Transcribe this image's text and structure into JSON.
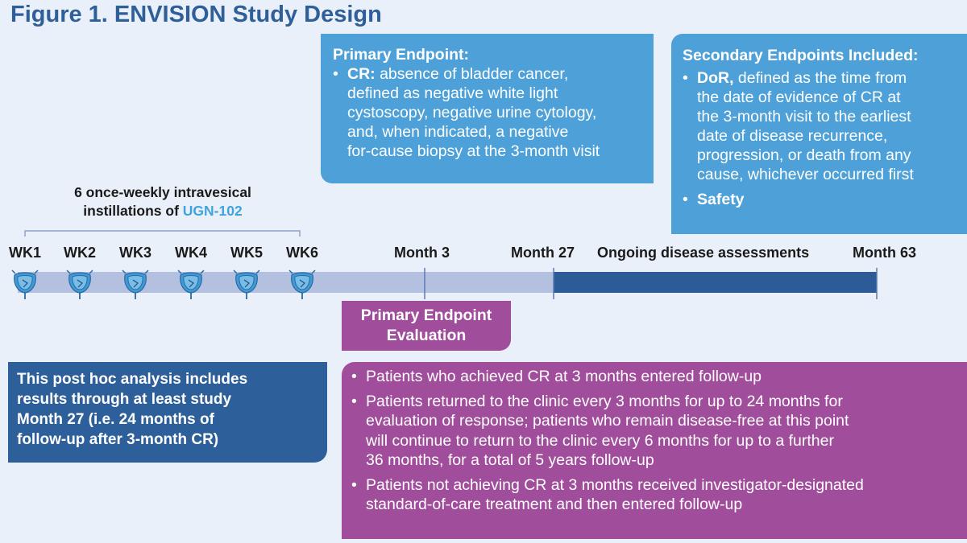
{
  "title": "Figure 1. ENVISION Study Design",
  "primary_endpoint": {
    "heading": "Primary Endpoint:",
    "bullet_term": "CR:",
    "lines": [
      " absence of bladder cancer,",
      "defined as negative white light",
      "cystoscopy, negative urine cytology,",
      "and, when indicated, a negative",
      "for-cause biopsy at the 3-month visit"
    ]
  },
  "secondary_endpoints": {
    "heading": "Secondary Endpoints Included:",
    "dor_term": "DoR,",
    "dor_lines": [
      " defined as the time from",
      "the date of evidence of CR at",
      "the 3-month visit to the earliest",
      "date of disease recurrence,",
      "progression, or death from any",
      "cause, whichever occurred first"
    ],
    "safety": "Safety"
  },
  "instillations": {
    "line1": "6 once-weekly intravesical",
    "line2_prefix": "instillations of ",
    "drug": "UGN-102"
  },
  "timeline": {
    "weeks": [
      "WK1",
      "WK2",
      "WK3",
      "WK4",
      "WK5",
      "WK6"
    ],
    "month3": "Month 3",
    "month27": "Month 27",
    "ongoing": "Ongoing disease assessments",
    "month63": "Month 63"
  },
  "primary_eval": {
    "line1": "Primary Endpoint",
    "line2": "Evaluation"
  },
  "post_hoc": {
    "lines": [
      "This post hoc analysis includes",
      "results through at least study",
      "Month 27 (i.e. 24 months of",
      "follow-up after 3-month CR)"
    ]
  },
  "follow_up": {
    "bullets": [
      [
        "Patients who achieved CR at 3 months entered follow-up"
      ],
      [
        "Patients returned to the clinic every 3 months for up to 24 months for",
        "evaluation of response; patients who remain disease-free at this point",
        "will continue to return to the clinic every 6 months for up to a further",
        "36 months, for a total of 5 years follow-up"
      ],
      [
        "Patients not achieving CR at 3 months received investigator-designated",
        "standard-of-care treatment and then entered follow-up"
      ]
    ]
  },
  "colors": {
    "title": "#2f5f98",
    "light_blue_box": "#4da1d8",
    "dark_blue_box": "#2d5f9a",
    "purple_box": "#a04d9c",
    "timeline_light": "#b3c0e0",
    "timeline_dark": "#2c5b97",
    "drug_name": "#3fa3dc"
  }
}
